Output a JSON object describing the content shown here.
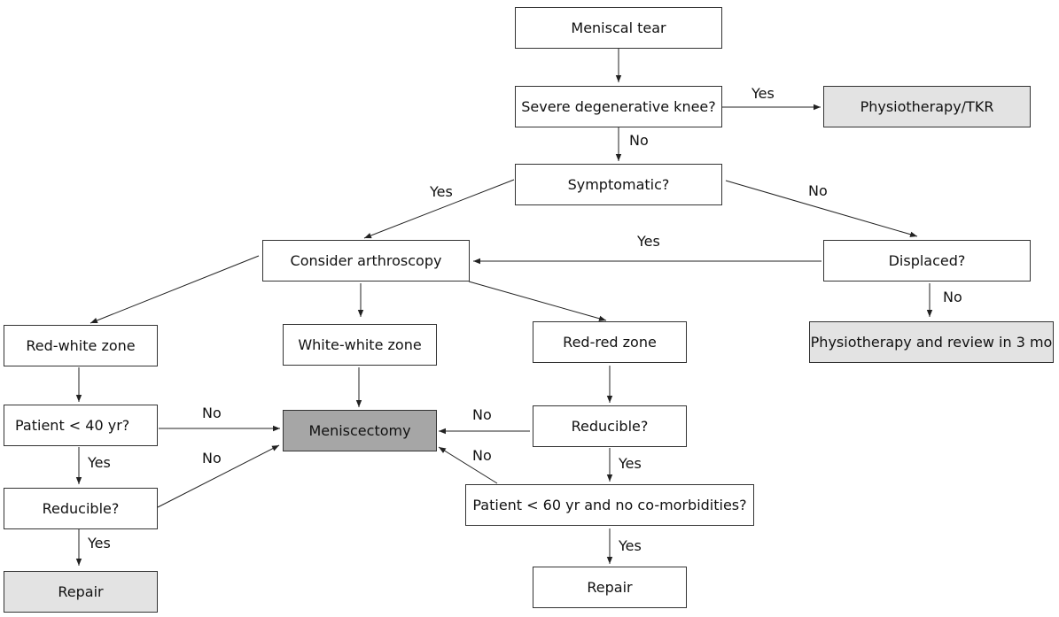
{
  "nodes": {
    "meniscal_tear": "Meniscal tear",
    "severe_degenerative": "Severe degenerative knee?",
    "physio_tkr": "Physiotherapy/TKR",
    "symptomatic": "Symptomatic?",
    "consider_arthroscopy": "Consider arthroscopy",
    "displaced": "Displaced?",
    "physio_review": "Physiotherapy and review in 3 mo",
    "red_white_zone": "Red-white zone",
    "white_white_zone": "White-white zone",
    "red_red_zone": "Red-red zone",
    "patient_under_40": "Patient < 40 yr?",
    "meniscectomy": "Meniscectomy",
    "reducible_right": "Reducible?",
    "reducible_left": "Reducible?",
    "patient_under_60": "Patient < 60 yr and no co-morbidities?",
    "repair_left": "Repair",
    "repair_right": "Repair"
  },
  "edge_labels": {
    "severe_yes": "Yes",
    "severe_no": "No",
    "symptomatic_yes": "Yes",
    "symptomatic_no": "No",
    "displaced_yes": "Yes",
    "displaced_no": "No",
    "under40_no": "No",
    "under40_yes": "Yes",
    "reducible_left_no": "No",
    "reducible_left_yes": "Yes",
    "reducible_right_no": "No",
    "reducible_right_yes": "Yes",
    "under60_no": "No",
    "under60_yes": "Yes"
  },
  "colors": {
    "line": "#222222",
    "outcome_fill": "#e3e3e3",
    "meniscectomy_fill": "#a6a6a6"
  }
}
